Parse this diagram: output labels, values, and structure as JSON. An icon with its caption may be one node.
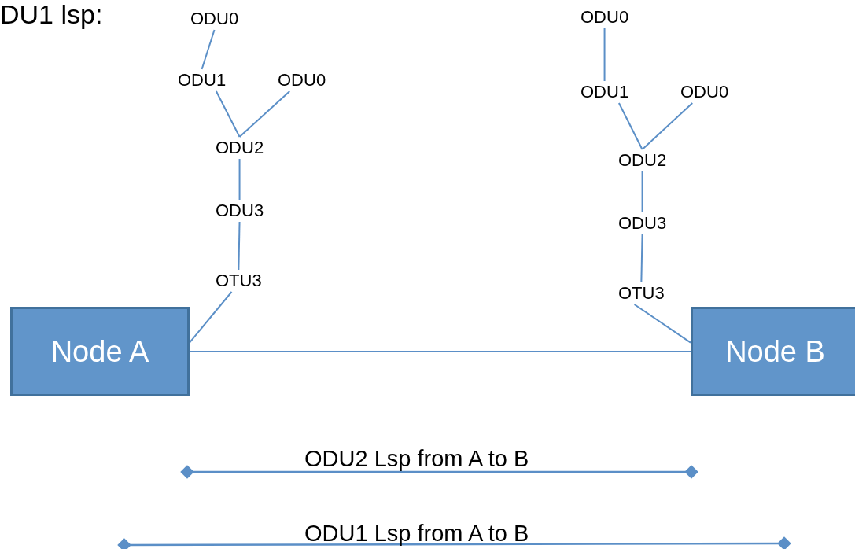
{
  "diagram": {
    "nodes": [
      {
        "text": [
          "ODU0"
        ]
      },
      {
        "text": [
          "ODU1"
        ]
      },
      {
        "text": [
          "ODU0"
        ]
      },
      {
        "text": [
          "ODU2"
        ]
      },
      {
        "text": [
          "ODU3"
        ]
      },
      {
        "text": [
          "OTU3"
        ]
      },
      {
        "text": [
          "Node A"
        ]
      },
      {
        "text": [
          "ODU0"
        ]
      },
      {
        "text": [
          "ODU1"
        ]
      },
      {
        "text": [
          "ODU0"
        ]
      },
      {
        "text": [
          "ODU2"
        ]
      },
      {
        "text": [
          "ODU3"
        ]
      },
      {
        "text": [
          "OTU3"
        ]
      },
      {
        "text": [
          "Node B"
        ]
      }
    ],
    "edges": [
      {
        "from": 0,
        "to": 1,
        "arrow": "none"
      },
      {
        "from": 1,
        "to": 3,
        "arrow": "none"
      },
      {
        "from": 2,
        "to": 3,
        "arrow": "none"
      },
      {
        "from": 3,
        "to": 4,
        "arrow": "none"
      },
      {
        "from": 4,
        "to": 5,
        "arrow": "none"
      },
      {
        "from": 5,
        "to": 6,
        "arrow": "none"
      },
      {
        "from": 6,
        "to": 13,
        "arrow": "none"
      },
      {
        "from": 7,
        "to": 8,
        "arrow": "none"
      },
      {
        "from": 8,
        "to": 10,
        "arrow": "none"
      },
      {
        "from": 9,
        "to": 10,
        "arrow": "none"
      },
      {
        "from": 10,
        "to": 11,
        "arrow": "none"
      },
      {
        "from": 11,
        "to": 12,
        "arrow": "none"
      },
      {
        "from": 12,
        "to": 13,
        "arrow": "none"
      }
    ],
    "labels": [
      "DU1 lsp:",
      "ODU2 Lsp from A to B",
      "ODU1 Lsp from A to B"
    ]
  }
}
